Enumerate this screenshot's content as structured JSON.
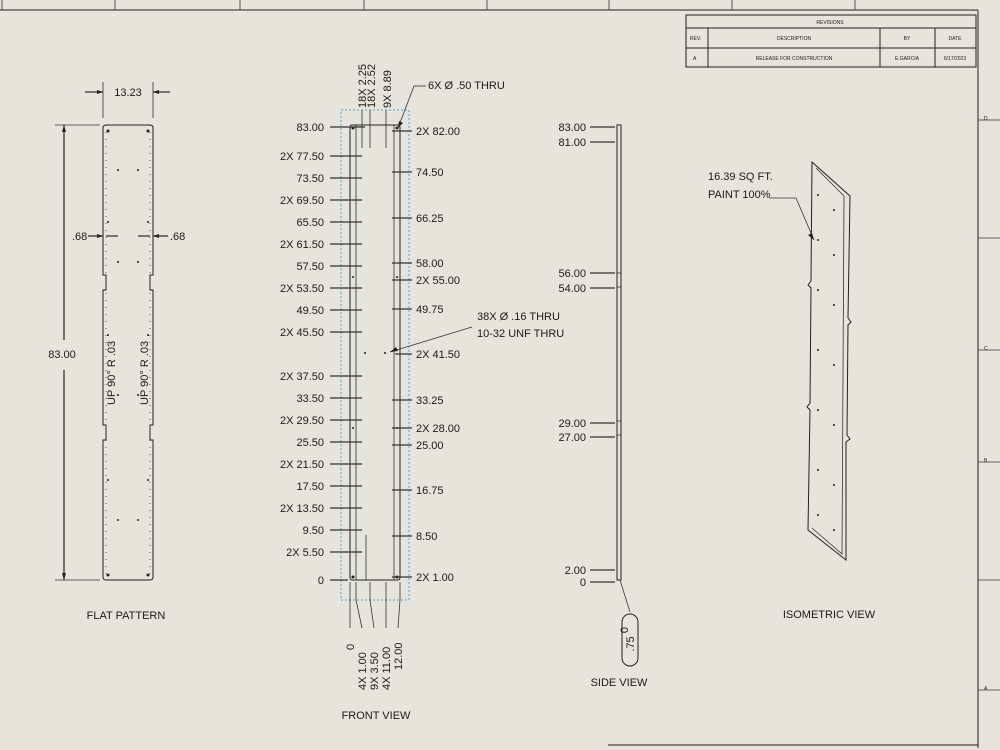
{
  "revisions": {
    "title": "REVISIONS",
    "headers": {
      "rev": "REV.",
      "description": "DESCRIPTION",
      "by": "BY",
      "date": "DATE"
    },
    "rows": [
      {
        "rev": "A",
        "description": "RELEASE FOR CONSTRUCTION",
        "by": "E.GARCIA",
        "date": "6/17/2023"
      }
    ]
  },
  "zones": {
    "right": [
      "D",
      "C",
      "B",
      "A"
    ]
  },
  "views": {
    "flat": "FLAT PATTERN",
    "front": "FRONT VIEW",
    "side": "SIDE VIEW",
    "iso": "ISOMETRIC VIEW"
  },
  "flat": {
    "width": "13.23",
    "height": "83.00",
    "left_offset": ".68",
    "right_offset": ".68",
    "bend_left": "UP 90° R .03",
    "bend_right": "UP 90° R .03"
  },
  "front": {
    "left_dims": [
      "83.00",
      "2X 77.50",
      "73.50",
      "2X 69.50",
      "65.50",
      "2X 61.50",
      "57.50",
      "2X 53.50",
      "49.50",
      "2X 45.50",
      "2X 37.50",
      "33.50",
      "2X 29.50",
      "25.50",
      "2X 21.50",
      "17.50",
      "2X 13.50",
      "9.50",
      "2X 5.50",
      "0"
    ],
    "right_dims": [
      "2X 82.00",
      "74.50",
      "66.25",
      "58.00",
      "2X 55.00",
      "49.75",
      "2X 41.50",
      "33.25",
      "2X 28.00",
      "25.00",
      "16.75",
      "8.50",
      "2X 1.00"
    ],
    "top_dims": [
      "18X 2.25",
      "18X 2.52",
      "9X 8.89"
    ],
    "bottom_dims": [
      "0",
      "4X 1.00",
      "9X 3.50",
      "4X 11.00",
      "12.00"
    ],
    "callout_top": "6X Ø .50 THRU",
    "callout_mid_1": "38X Ø .16 THRU",
    "callout_mid_2": "10-32 UNF THRU"
  },
  "side": {
    "dims": [
      "83.00",
      "81.00",
      "56.00",
      "54.00",
      "29.00",
      "27.00",
      "2.00",
      "0"
    ],
    "thickness": ".75",
    "thickness_zero": "0"
  },
  "iso": {
    "note_1": "16.39 SQ FT.",
    "note_2": "PAINT 100%"
  }
}
